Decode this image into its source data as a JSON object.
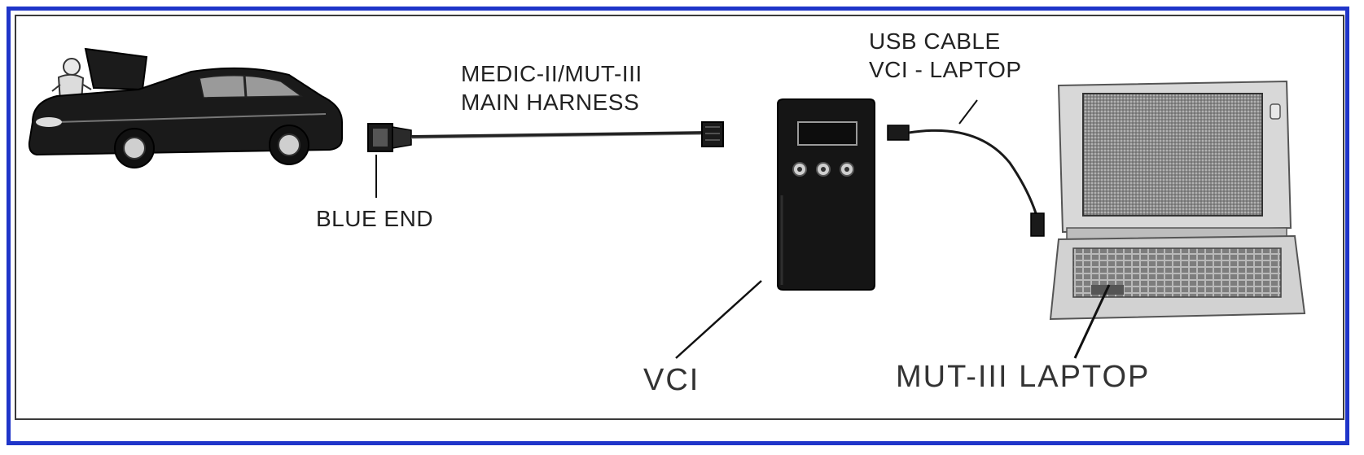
{
  "labels": {
    "harness_line1": "MEDIC-II/MUT-III",
    "harness_line2": "MAIN HARNESS",
    "usb_line1": "USB CABLE",
    "usb_line2": "VCI - LAPTOP",
    "blue_end": "BLUE END",
    "vci": "VCI",
    "laptop": "MUT-III LAPTOP"
  },
  "colors": {
    "frame": "#1f35c9",
    "ink": "#1a1a1a"
  },
  "icons": [
    "car-icon",
    "harness-connector-icon",
    "vci-device-icon",
    "usb-cable-icon",
    "laptop-icon"
  ]
}
